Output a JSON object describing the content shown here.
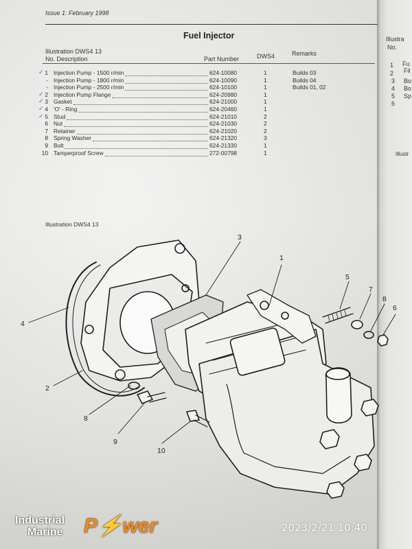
{
  "header": {
    "issue": "Issue 1: February 1998",
    "title": "Fuel Injector"
  },
  "columns": {
    "illustration": "Illustration DWS4 13",
    "no_description": "No.  Description",
    "part_number": "Part Number",
    "qty": "DWS4",
    "remarks": "Remarks"
  },
  "parts": [
    {
      "tick": "✓",
      "no": "1",
      "desc": "Injection Pump - 1500 r/min",
      "pn": "624-10080",
      "q": "1",
      "remarks": "Builds 03"
    },
    {
      "tick": "",
      "no": "-",
      "desc": "Injection Pump - 1800 r/min",
      "pn": "624-10090",
      "q": "1",
      "remarks": "Builds 04"
    },
    {
      "tick": "",
      "no": "-",
      "desc": "Injection Pump - 2500 r/min",
      "pn": "624-10100",
      "q": "1",
      "remarks": "Builds 01, 02"
    },
    {
      "tick": "✓",
      "no": "2",
      "desc": "Injection Pump Flange",
      "pn": "624-20980",
      "q": "1",
      "remarks": ""
    },
    {
      "tick": "✓",
      "no": "3",
      "desc": "Gasket",
      "pn": "624-21000",
      "q": "1",
      "remarks": ""
    },
    {
      "tick": "✓",
      "no": "4",
      "desc": "'O' - Ring",
      "pn": "624-20460",
      "q": "1",
      "remarks": ""
    },
    {
      "tick": "✓",
      "no": "5",
      "desc": "Stud",
      "pn": "624-21010",
      "q": "2",
      "remarks": ""
    },
    {
      "tick": "",
      "no": "6",
      "desc": "Nut",
      "pn": "624-21030",
      "q": "2",
      "remarks": ""
    },
    {
      "tick": "",
      "no": "7",
      "desc": "Retainer",
      "pn": "624-21020",
      "q": "2",
      "remarks": ""
    },
    {
      "tick": "",
      "no": "8",
      "desc": "Spring Washer",
      "pn": "624-21320",
      "q": "3",
      "remarks": ""
    },
    {
      "tick": "",
      "no": "9",
      "desc": "Bolt",
      "pn": "624-21330",
      "q": "1",
      "remarks": ""
    },
    {
      "tick": "",
      "no": "10",
      "desc": "Tamperproof Screw",
      "pn": "272-00798",
      "q": "1",
      "remarks": ""
    }
  ],
  "illustration_label": "Illustration DWS4 13",
  "callouts": [
    "1",
    "2",
    "3",
    "4",
    "5",
    "7",
    "8",
    "6",
    "8",
    "9",
    "10"
  ],
  "right_page": {
    "lines": [
      "Illustra",
      "No.",
      "1",
      "Fu",
      "2",
      "Fil",
      "3",
      "Bo",
      "4",
      "Bo",
      "5",
      "Sp",
      "6",
      "Illustr"
    ]
  },
  "watermark": {
    "line1": "Industrial",
    "line2": "Marine",
    "brand": "P⚡wer"
  },
  "timestamp": "2023/2/21  10:40"
}
